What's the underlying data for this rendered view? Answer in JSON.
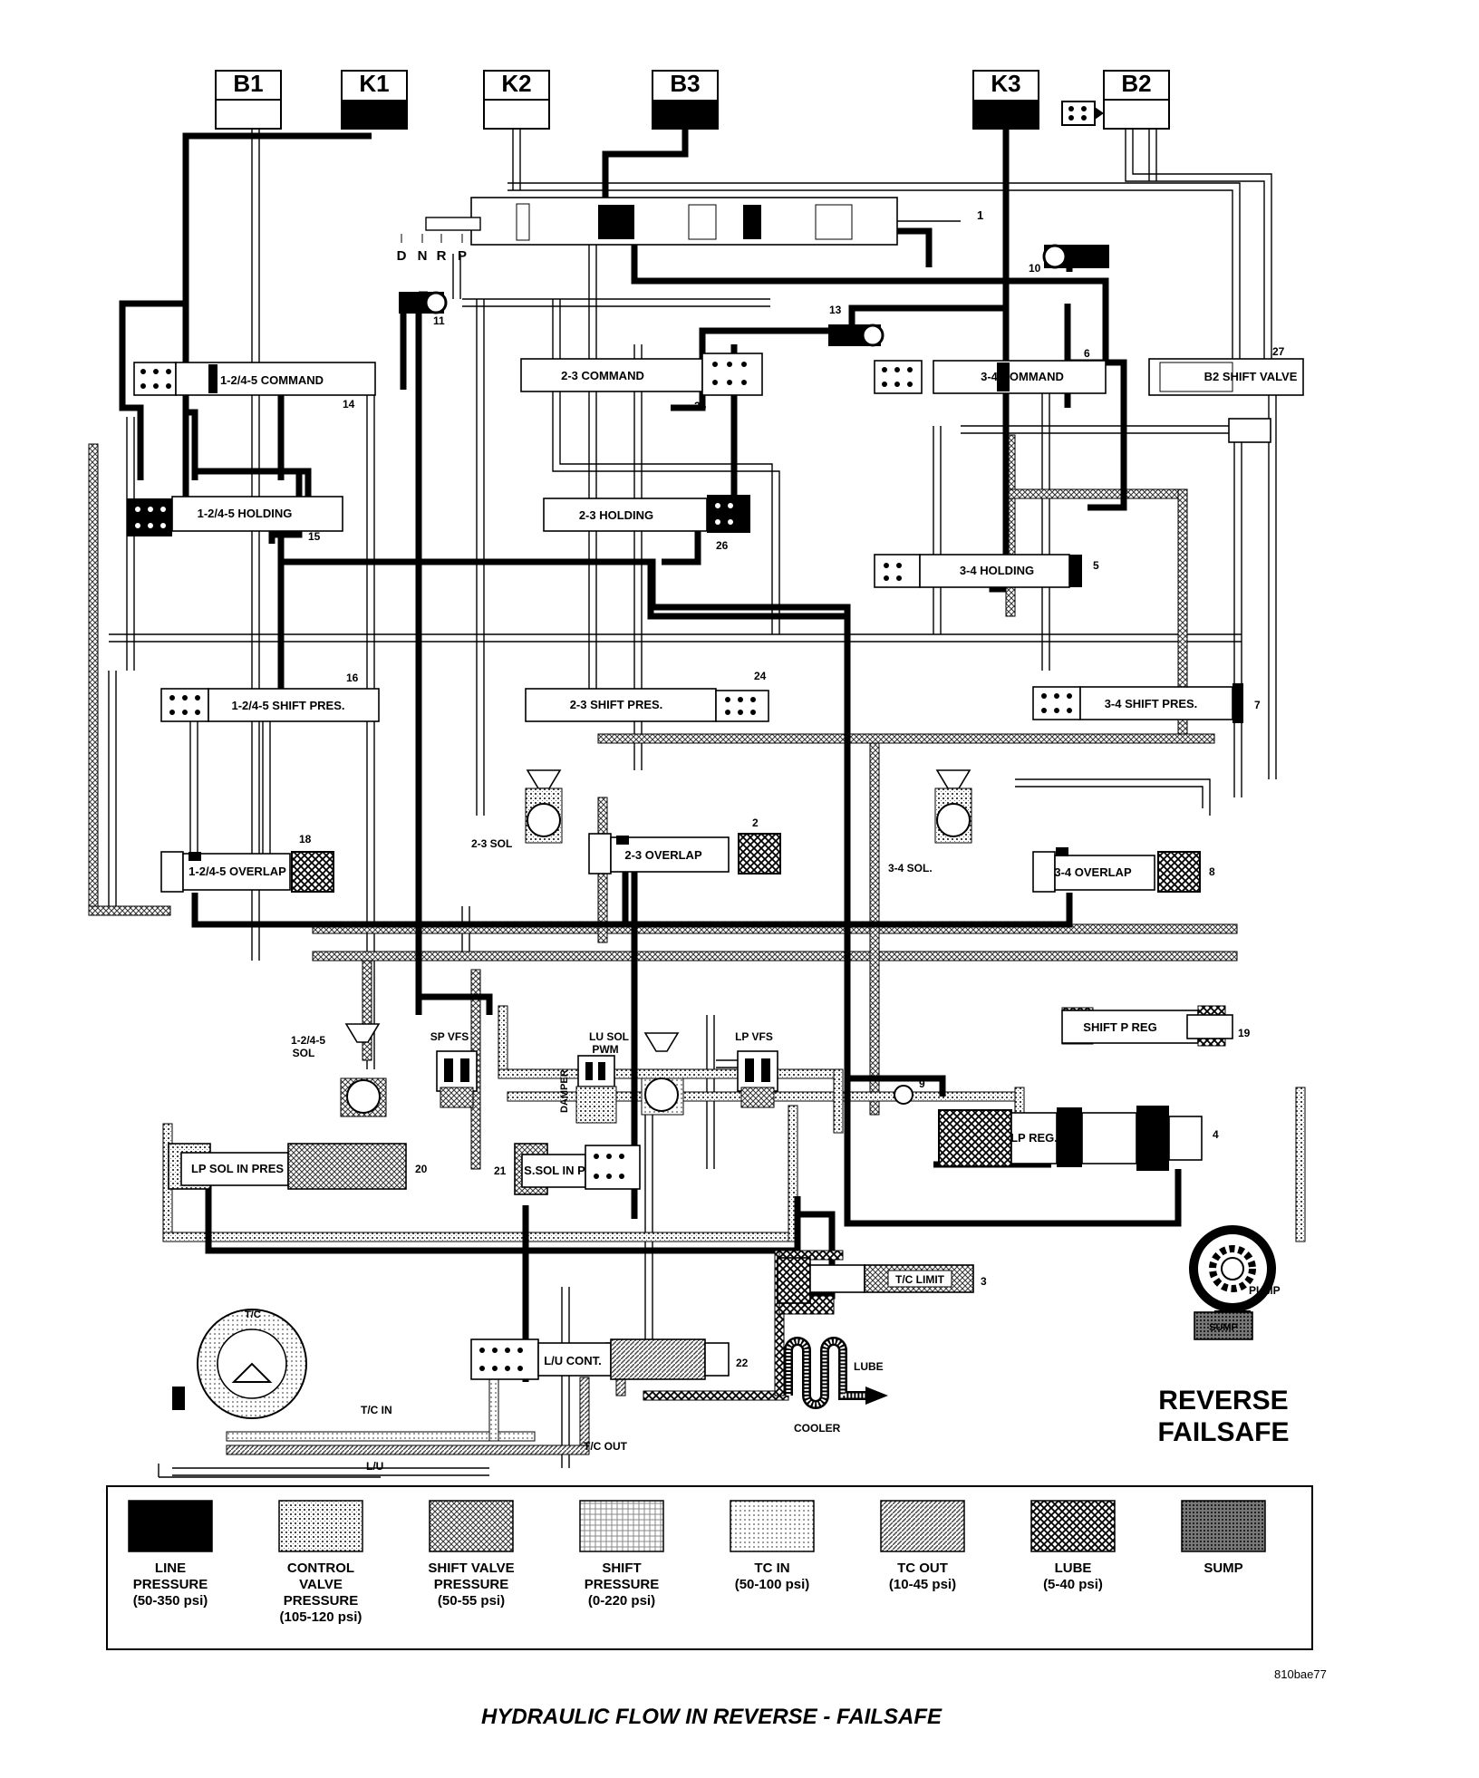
{
  "title": "HYDRAULIC FLOW IN REVERSE - FAILSAFE",
  "figure_code": "810bae77",
  "mode_title": [
    "REVERSE",
    "FAILSAFE"
  ],
  "clutches": [
    "B1",
    "K1",
    "K2",
    "B3",
    "K3",
    "B2"
  ],
  "manual_positions": [
    "D",
    "N",
    "R",
    "P"
  ],
  "valves": {
    "cmd_1245": "1-2/4-5 COMMAND",
    "cmd_23": "2-3 COMMAND",
    "cmd_34": "3-4 COMMAND",
    "b2_shift": "B2 SHIFT VALVE",
    "hold_1245": "1-2/4-5 HOLDING",
    "hold_23": "2-3 HOLDING",
    "hold_34": "3-4 HOLDING",
    "sp_1245": "1-2/4-5 SHIFT PRES.",
    "sp_23": "2-3 SHIFT PRES.",
    "sp_34": "3-4 SHIFT PRES.",
    "ov_1245": "1-2/4-5 OVERLAP",
    "ov_23": "2-3 OVERLAP",
    "ov_34": "3-4 OVERLAP",
    "shift_p_reg": "SHIFT P REG",
    "lp_reg": "LP REG.",
    "lp_sol_in": "LP SOL IN PRES",
    "s_sol_in": "S.SOL IN P",
    "tc_limit": "T/C LIMIT",
    "lu_cont": "L/U CONT."
  },
  "solenoids": {
    "sol_23": "2-3 SOL",
    "sol_34": "3-4 SOL.",
    "sol_1245": [
      "1-2/4-5",
      "SOL"
    ],
    "sp_vfs": "SP VFS",
    "lu_sol": [
      "LU SOL",
      "PWM"
    ],
    "lp_vfs": "LP VFS",
    "damper": "DAMPER"
  },
  "misc_labels": {
    "pump": "PUMP",
    "sump": "SUMP",
    "cooler": "COOLER",
    "lube": "LUBE",
    "tc": "T/C",
    "tc_in": "T/C IN",
    "tc_out": "T/C OUT",
    "lu": "L/U"
  },
  "numbers": {
    "n1": "1",
    "n2": "2",
    "n3": "3",
    "n4": "4",
    "n5": "5",
    "n6": "6",
    "n7": "7",
    "n8": "8",
    "n9": "9",
    "n10": "10",
    "n11": "11",
    "n13": "13",
    "n14": "14",
    "n15": "15",
    "n16": "16",
    "n18": "18",
    "n19": "19",
    "n20": "20",
    "n21": "21",
    "n22": "22",
    "n24": "24",
    "n25": "25",
    "n26": "26",
    "n27": "27"
  },
  "legend": [
    {
      "lines": [
        "LINE",
        "PRESSURE",
        "(50-350 psi)"
      ],
      "pattern": "line"
    },
    {
      "lines": [
        "CONTROL",
        "VALVE",
        "PRESSURE",
        "(105-120 psi)"
      ],
      "pattern": "control"
    },
    {
      "lines": [
        "SHIFT VALVE",
        "PRESSURE",
        "(50-55 psi)"
      ],
      "pattern": "shiftvalve"
    },
    {
      "lines": [
        "SHIFT",
        "PRESSURE",
        "(0-220 psi)"
      ],
      "pattern": "shift"
    },
    {
      "lines": [
        "TC IN",
        "(50-100 psi)"
      ],
      "pattern": "tcin"
    },
    {
      "lines": [
        "TC OUT",
        "(10-45 psi)"
      ],
      "pattern": "tcout"
    },
    {
      "lines": [
        "LUBE",
        "(5-40 psi)"
      ],
      "pattern": "lube"
    },
    {
      "lines": [
        "SUMP"
      ],
      "pattern": "sump"
    }
  ],
  "colors": {
    "line_pressure": "#000000",
    "background": "#ffffff"
  }
}
